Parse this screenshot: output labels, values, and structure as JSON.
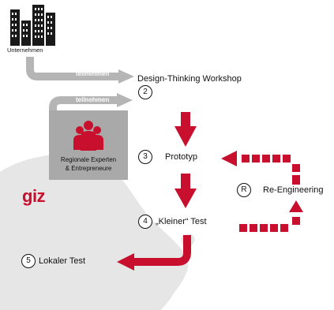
{
  "company_label": "Unternehmen",
  "arrow_labels": {
    "top": "teilnehmen",
    "middle": "teilnehmen"
  },
  "stages": {
    "workshop": "Design-Thinking Workshop",
    "prototype": "Prototyp",
    "small_test": "„Kleiner“ Test",
    "reengineering": "Re-Engineering",
    "local_test": "Lokaler Test"
  },
  "step_numbers": {
    "workshop": "2",
    "prototype": "3",
    "small_test": "4",
    "reengineering": "R",
    "local_test": "5"
  },
  "experts_label": {
    "line1": "Regionale Experten",
    "line2": "& Entrepreneure"
  },
  "logo_text": "giz",
  "icons": {
    "company": "office-buildings-icon",
    "experts": "group-of-people-icon",
    "map": "africa-map-silhouette"
  },
  "colors": {
    "accent_red": "#c8102e",
    "arrow_gray": "#b5b5b5",
    "map_gray": "#e6e6e6",
    "box_gray": "#a9a9a9"
  }
}
